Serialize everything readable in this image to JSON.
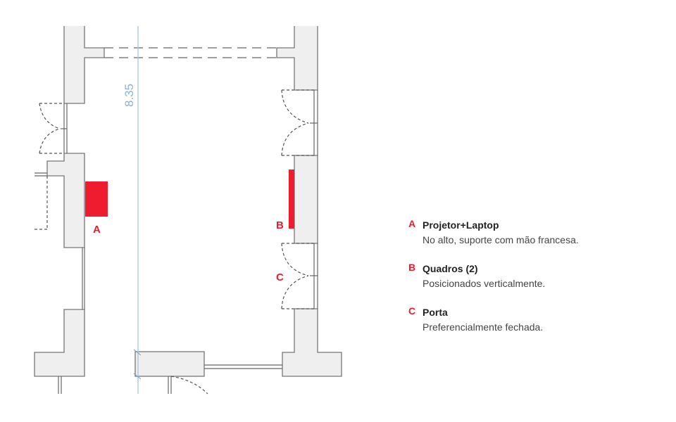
{
  "plan": {
    "dimension_label": "8.35",
    "markers": [
      {
        "letter": "A"
      },
      {
        "letter": "B"
      },
      {
        "letter": "C"
      }
    ]
  },
  "legend": [
    {
      "letter": "A",
      "title": "Projetor+Laptop",
      "description": "No alto, suporte com mão francesa."
    },
    {
      "letter": "B",
      "title": "Quadros (2)",
      "description": "Posicionados verticalmente."
    },
    {
      "letter": "C",
      "title": "Porta",
      "description": "Preferencialmente fechada."
    }
  ],
  "colors": {
    "accent": "#ee1c2e",
    "dimension": "#8fb0d0",
    "wall": "#efefef"
  }
}
